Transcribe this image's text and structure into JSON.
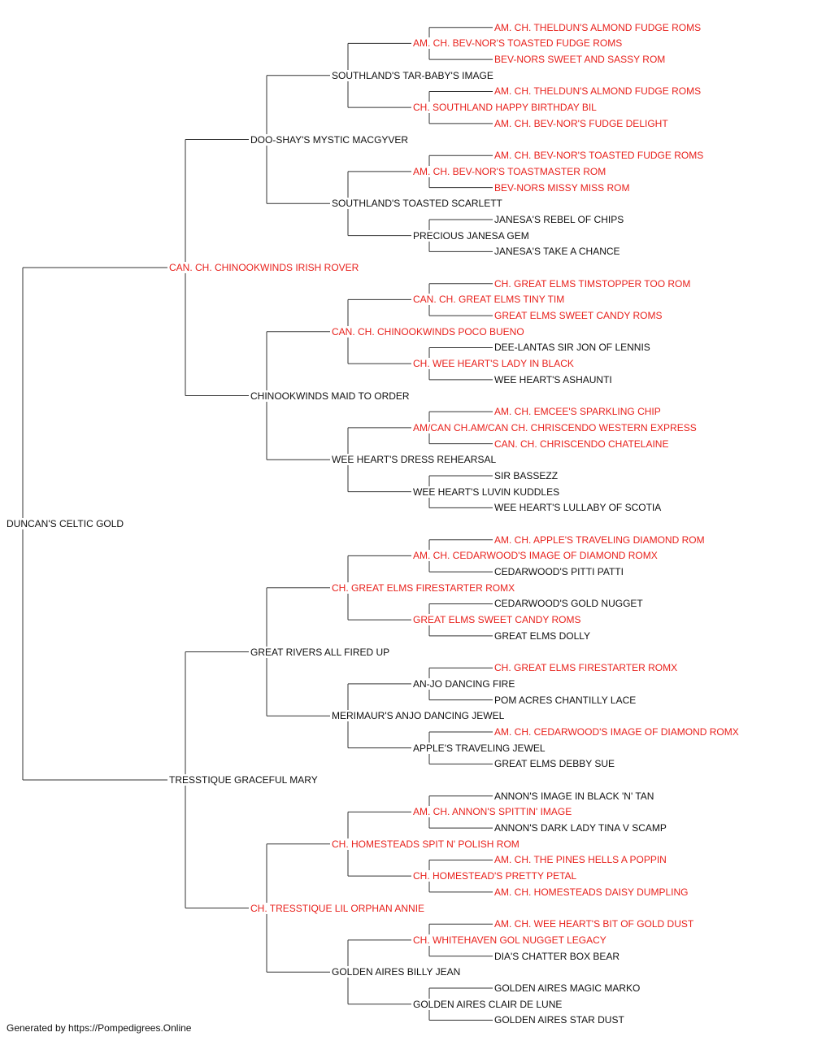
{
  "colors": {
    "champion": "#e8211c",
    "normal": "#111111",
    "line": "#333333"
  },
  "pedigree": {
    "name": "DUNCAN'S CELTIC GOLD",
    "champion": false,
    "sire": {
      "name": "CAN. CH. CHINOOKWINDS IRISH ROVER",
      "champion": true,
      "sire": {
        "name": "DOO-SHAY'S MYSTIC MACGYVER",
        "champion": false,
        "sire": {
          "name": "SOUTHLAND'S TAR-BABY'S IMAGE",
          "champion": false,
          "sire": {
            "name": "AM. CH. BEV-NOR'S TOASTED FUDGE ROMS",
            "champion": true,
            "sire": {
              "name": "AM. CH. THELDUN'S ALMOND FUDGE ROMS",
              "champion": true
            },
            "dam": {
              "name": "BEV-NORS SWEET AND SASSY ROM",
              "champion": true
            }
          },
          "dam": {
            "name": "CH. SOUTHLAND HAPPY BIRTHDAY BIL",
            "champion": true,
            "sire": {
              "name": "AM. CH. THELDUN'S ALMOND FUDGE ROMS",
              "champion": true
            },
            "dam": {
              "name": "AM. CH. BEV-NOR'S FUDGE DELIGHT",
              "champion": true
            }
          }
        },
        "dam": {
          "name": "SOUTHLAND'S TOASTED SCARLETT",
          "champion": false,
          "sire": {
            "name": "AM. CH. BEV-NOR'S TOASTMASTER ROM",
            "champion": true,
            "sire": {
              "name": "AM. CH. BEV-NOR'S TOASTED FUDGE ROMS",
              "champion": true
            },
            "dam": {
              "name": "BEV-NORS MISSY MISS ROM",
              "champion": true
            }
          },
          "dam": {
            "name": "PRECIOUS JANESA GEM",
            "champion": false,
            "sire": {
              "name": "JANESA'S REBEL OF CHIPS",
              "champion": false
            },
            "dam": {
              "name": "JANESA'S TAKE A CHANCE",
              "champion": false
            }
          }
        }
      },
      "dam": {
        "name": "CHINOOKWINDS MAID TO ORDER",
        "champion": false,
        "sire": {
          "name": "CAN. CH. CHINOOKWINDS POCO BUENO",
          "champion": true,
          "sire": {
            "name": "CAN. CH. GREAT ELMS TINY TIM",
            "champion": true,
            "sire": {
              "name": "CH. GREAT ELMS TIMSTOPPER TOO ROM",
              "champion": true
            },
            "dam": {
              "name": "GREAT ELMS SWEET CANDY ROMS",
              "champion": true
            }
          },
          "dam": {
            "name": "CH. WEE HEART'S LADY IN BLACK",
            "champion": true,
            "sire": {
              "name": "DEE-LANTAS SIR JON OF LENNIS",
              "champion": false
            },
            "dam": {
              "name": "WEE HEART'S ASHAUNTI",
              "champion": false
            }
          }
        },
        "dam": {
          "name": "WEE HEART'S DRESS REHEARSAL",
          "champion": false,
          "sire": {
            "name": "AM/CAN CH.AM/CAN CH. CHRISCENDO WESTERN EXPRESS",
            "champion": true,
            "sire": {
              "name": "AM. CH. EMCEE'S SPARKLING CHIP",
              "champion": true
            },
            "dam": {
              "name": "CAN. CH. CHRISCENDO CHATELAINE",
              "champion": true
            }
          },
          "dam": {
            "name": "WEE HEART'S LUVIN KUDDLES",
            "champion": false,
            "sire": {
              "name": "SIR BASSEZZ",
              "champion": false
            },
            "dam": {
              "name": "WEE HEART'S LULLABY OF SCOTIA",
              "champion": false
            }
          }
        }
      }
    },
    "dam": {
      "name": "TRESSTIQUE GRACEFUL MARY",
      "champion": false,
      "sire": {
        "name": "GREAT RIVERS ALL FIRED UP",
        "champion": false,
        "sire": {
          "name": "CH. GREAT ELMS FIRESTARTER ROMX",
          "champion": true,
          "sire": {
            "name": "AM. CH. CEDARWOOD'S IMAGE OF DIAMOND ROMX",
            "champion": true,
            "sire": {
              "name": "AM. CH. APPLE'S TRAVELING DIAMOND ROM",
              "champion": true
            },
            "dam": {
              "name": "CEDARWOOD'S PITTI PATTI",
              "champion": false
            }
          },
          "dam": {
            "name": "GREAT ELMS SWEET CANDY ROMS",
            "champion": true,
            "sire": {
              "name": "CEDARWOOD'S GOLD NUGGET",
              "champion": false
            },
            "dam": {
              "name": "GREAT ELMS DOLLY",
              "champion": false
            }
          }
        },
        "dam": {
          "name": "MERIMAUR'S ANJO DANCING JEWEL",
          "champion": false,
          "sire": {
            "name": "AN-JO DANCING FIRE",
            "champion": false,
            "sire": {
              "name": "CH. GREAT ELMS FIRESTARTER ROMX",
              "champion": true
            },
            "dam": {
              "name": "POM ACRES CHANTILLY LACE",
              "champion": false
            }
          },
          "dam": {
            "name": "APPLE'S TRAVELING JEWEL",
            "champion": false,
            "sire": {
              "name": "AM. CH. CEDARWOOD'S IMAGE OF DIAMOND ROMX",
              "champion": true
            },
            "dam": {
              "name": "GREAT ELMS DEBBY SUE",
              "champion": false
            }
          }
        }
      },
      "dam": {
        "name": "CH. TRESSTIQUE LIL ORPHAN ANNIE",
        "champion": true,
        "sire": {
          "name": "CH. HOMESTEADS SPIT N' POLISH ROM",
          "champion": true,
          "sire": {
            "name": "AM. CH. ANNON'S SPITTIN' IMAGE",
            "champion": true,
            "sire": {
              "name": "ANNON'S IMAGE IN BLACK 'N' TAN",
              "champion": false
            },
            "dam": {
              "name": "ANNON'S DARK LADY TINA V SCAMP",
              "champion": false
            }
          },
          "dam": {
            "name": "CH. HOMESTEAD'S PRETTY PETAL",
            "champion": true,
            "sire": {
              "name": "AM. CH. THE PINES HELLS A POPPIN",
              "champion": true
            },
            "dam": {
              "name": "AM. CH. HOMESTEADS DAISY DUMPLING",
              "champion": true
            }
          }
        },
        "dam": {
          "name": "GOLDEN AIRES BILLY JEAN",
          "champion": false,
          "sire": {
            "name": "CH. WHITEHAVEN GOL NUGGET LEGACY",
            "champion": true,
            "sire": {
              "name": "AM. CH. WEE HEART'S BIT OF GOLD DUST",
              "champion": true
            },
            "dam": {
              "name": "DIA'S CHATTER BOX BEAR",
              "champion": false
            }
          },
          "dam": {
            "name": "GOLDEN AIRES CLAIR DE LUNE",
            "champion": false,
            "sire": {
              "name": "GOLDEN AIRES MAGIC MARKO",
              "champion": false
            },
            "dam": {
              "name": "GOLDEN AIRES STAR DUST",
              "champion": false
            }
          }
        }
      }
    }
  },
  "footer": "Generated by https://Pompedigrees.Online"
}
